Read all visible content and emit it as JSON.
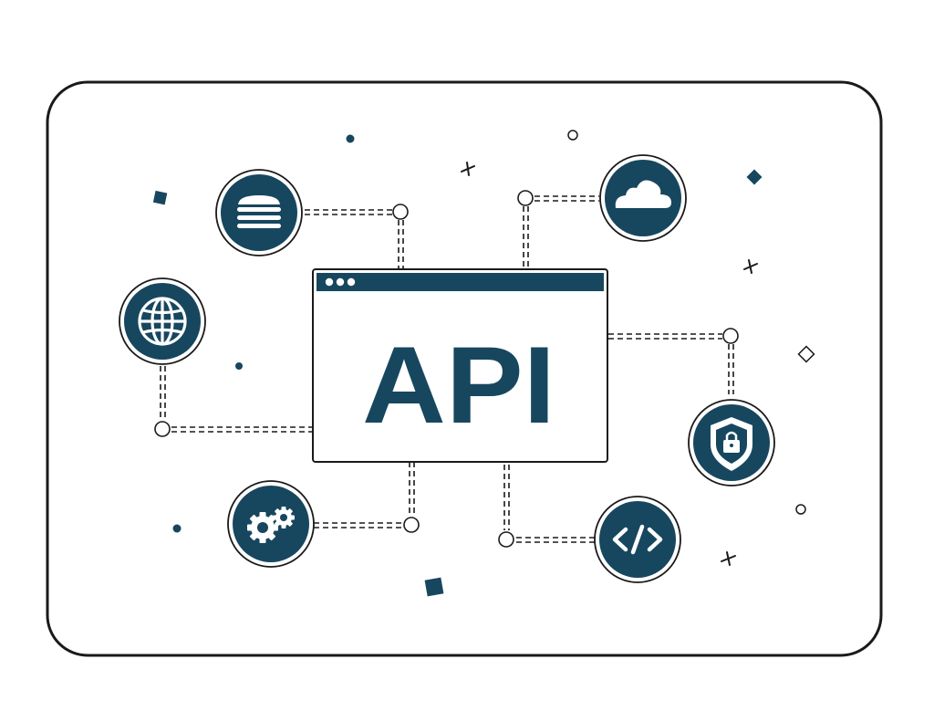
{
  "title": "API",
  "colors": {
    "primary": "#17475f",
    "outline": "#1a1a1a",
    "background": "#ffffff"
  },
  "window": {
    "dots": 3,
    "label": "API"
  },
  "services": [
    {
      "name": "database",
      "icon": "database-stack-icon"
    },
    {
      "name": "cloud",
      "icon": "cloud-icon"
    },
    {
      "name": "web",
      "icon": "globe-icon"
    },
    {
      "name": "security",
      "icon": "shield-lock-icon"
    },
    {
      "name": "settings",
      "icon": "gears-icon"
    },
    {
      "name": "code",
      "icon": "code-brackets-icon"
    }
  ]
}
